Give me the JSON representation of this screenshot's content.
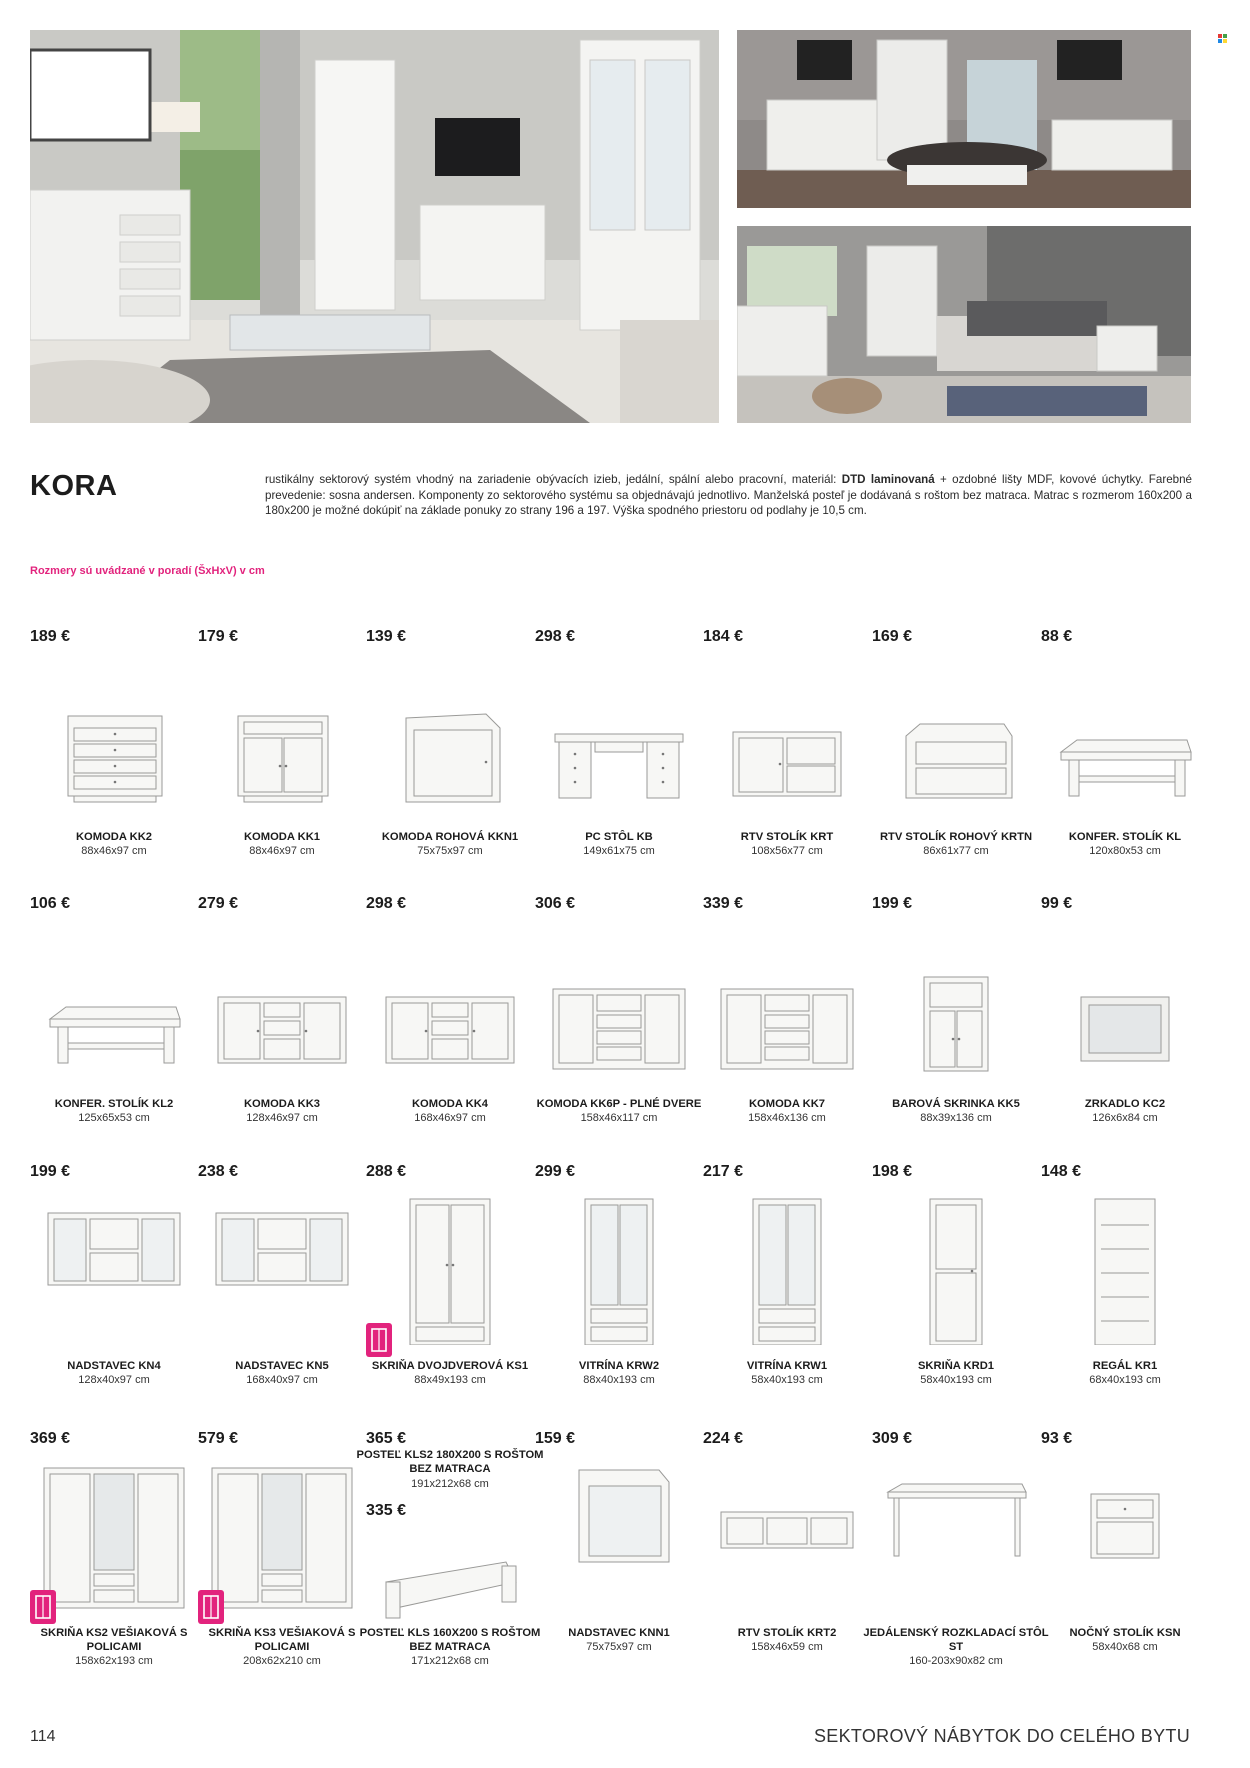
{
  "header": {
    "title": "KORA",
    "description_prefix": "rustikálny sektorový systém vhodný na zariadenie obývacích izieb, jedální, spální alebo pracovní, materiál: ",
    "description_bold": "DTD laminovaná",
    "description_suffix": " + ozdobné lišty MDF, kovové úchytky. Farebné prevedenie: sosna andersen. Komponenty zo sektorového systému sa objednávajú jednotlivo. Manželská posteľ je dodávaná s roštom bez matraca. Matrac s rozmerom 160x200 a 180x200 je možné dokúpiť na základe ponuky zo strany 196 a 197. Výška spodného priestoru od podlahy je 10,5 cm.",
    "dimensions_note": "Rozmery sú uvádzané v poradí (ŠxHxV) v cm"
  },
  "colors": {
    "accent": "#e2237d",
    "text": "#1c1c1c"
  },
  "products": [
    {
      "price": "189 €",
      "name": "KOMODA KK2",
      "dims": "88x46x97 cm",
      "icon": "chest-of-drawers-icon"
    },
    {
      "price": "179 €",
      "name": "KOMODA KK1",
      "dims": "88x46x97 cm",
      "icon": "dresser-icon"
    },
    {
      "price": "139 €",
      "name": "KOMODA ROHOVÁ KKN1",
      "dims": "75x75x97 cm",
      "icon": "corner-dresser-icon"
    },
    {
      "price": "298 €",
      "name": "PC STÔL KB",
      "dims": "149x61x75 cm",
      "icon": "desk-icon"
    },
    {
      "price": "184 €",
      "name": "RTV STOLÍK KRT",
      "dims": "108x56x77 cm",
      "icon": "tv-stand-icon"
    },
    {
      "price": "169 €",
      "name": "RTV STOLÍK ROHOVÝ KRTN",
      "dims": "86x61x77 cm",
      "icon": "corner-tv-stand-icon"
    },
    {
      "price": "88 €",
      "name": "KONFER. STOLÍK KL",
      "dims": "120x80x53 cm",
      "icon": "coffee-table-icon"
    },
    {
      "price": "106 €",
      "name": "KONFER. STOLÍK KL2",
      "dims": "125x65x53 cm",
      "icon": "coffee-table-icon"
    },
    {
      "price": "279 €",
      "name": "KOMODA KK3",
      "dims": "128x46x97 cm",
      "icon": "sideboard-icon"
    },
    {
      "price": "298 €",
      "name": "KOMODA KK4",
      "dims": "168x46x97 cm",
      "icon": "sideboard-icon"
    },
    {
      "price": "306 €",
      "name": "KOMODA KK6P - PLNÉ DVERE",
      "dims": "158x46x117 cm",
      "icon": "display-sideboard-icon"
    },
    {
      "price": "339 €",
      "name": "KOMODA KK7",
      "dims": "158x46x136 cm",
      "icon": "display-sideboard-icon"
    },
    {
      "price": "199 €",
      "name": "BAROVÁ SKRINKA KK5",
      "dims": "88x39x136 cm",
      "icon": "bar-cabinet-icon"
    },
    {
      "price": "99 €",
      "name": "ZRKADLO KC2",
      "dims": "126x6x84 cm",
      "icon": "mirror-icon"
    },
    {
      "price": "199 €",
      "name": "NADSTAVEC KN4",
      "dims": "128x40x97 cm",
      "icon": "hutch-icon"
    },
    {
      "price": "238 €",
      "name": "NADSTAVEC KN5",
      "dims": "168x40x97 cm",
      "icon": "hutch-icon"
    },
    {
      "price": "288 €",
      "name": "SKRIŇA DVOJDVEROVÁ KS1",
      "dims": "88x49x193 cm",
      "icon": "wardrobe-icon"
    },
    {
      "price": "299 €",
      "name": "VITRÍNA KRW2",
      "dims": "88x40x193 cm",
      "icon": "glass-cabinet-icon"
    },
    {
      "price": "217 €",
      "name": "VITRÍNA KRW1",
      "dims": "58x40x193 cm",
      "icon": "glass-cabinet-icon"
    },
    {
      "price": "198 €",
      "name": "SKRIŇA KRD1",
      "dims": "58x40x193 cm",
      "icon": "tall-cabinet-icon"
    },
    {
      "price": "148 €",
      "name": "REGÁL KR1",
      "dims": "68x40x193 cm",
      "icon": "bookshelf-icon"
    },
    {
      "price": "369 €",
      "name": "SKRIŇA KS2 VEŠIAKOVÁ S POLICAMI",
      "dims": "158x62x193 cm",
      "icon": "mirror-wardrobe-icon"
    },
    {
      "price": "579 €",
      "name": "SKRIŇA KS3 VEŠIAKOVÁ S POLICAMI",
      "dims": "208x62x210 cm",
      "icon": "mirror-wardrobe-icon"
    },
    {
      "price": "335 €",
      "name": "POSTEĽ KLS 160X200 S ROŠTOM BEZ MATRACA",
      "dims": "171x212x68 cm",
      "icon": "bed-icon",
      "extra_price": "365 €",
      "extra_name": "POSTEĽ KLS2 180X200 S ROŠTOM BEZ MATRACA",
      "extra_dims": "191x212x68 cm"
    },
    {
      "price": "159 €",
      "name": "NADSTAVEC KNN1",
      "dims": "75x75x97 cm",
      "icon": "corner-hutch-icon"
    },
    {
      "price": "224 €",
      "name": "RTV STOLÍK KRT2",
      "dims": "158x46x59 cm",
      "icon": "low-tv-stand-icon"
    },
    {
      "price": "309 €",
      "name": "JEDÁLENSKÝ ROZKLADACÍ STÔL ST",
      "dims": "160-203x90x82 cm",
      "icon": "dining-table-icon"
    },
    {
      "price": "93 €",
      "name": "NOČNÝ STOLÍK KSN",
      "dims": "58x40x68 cm",
      "icon": "nightstand-icon"
    }
  ],
  "footer": {
    "page_number": "114",
    "section_title": "SEKTOROVÝ NÁBYTOK DO CELÉHO BYTU"
  }
}
